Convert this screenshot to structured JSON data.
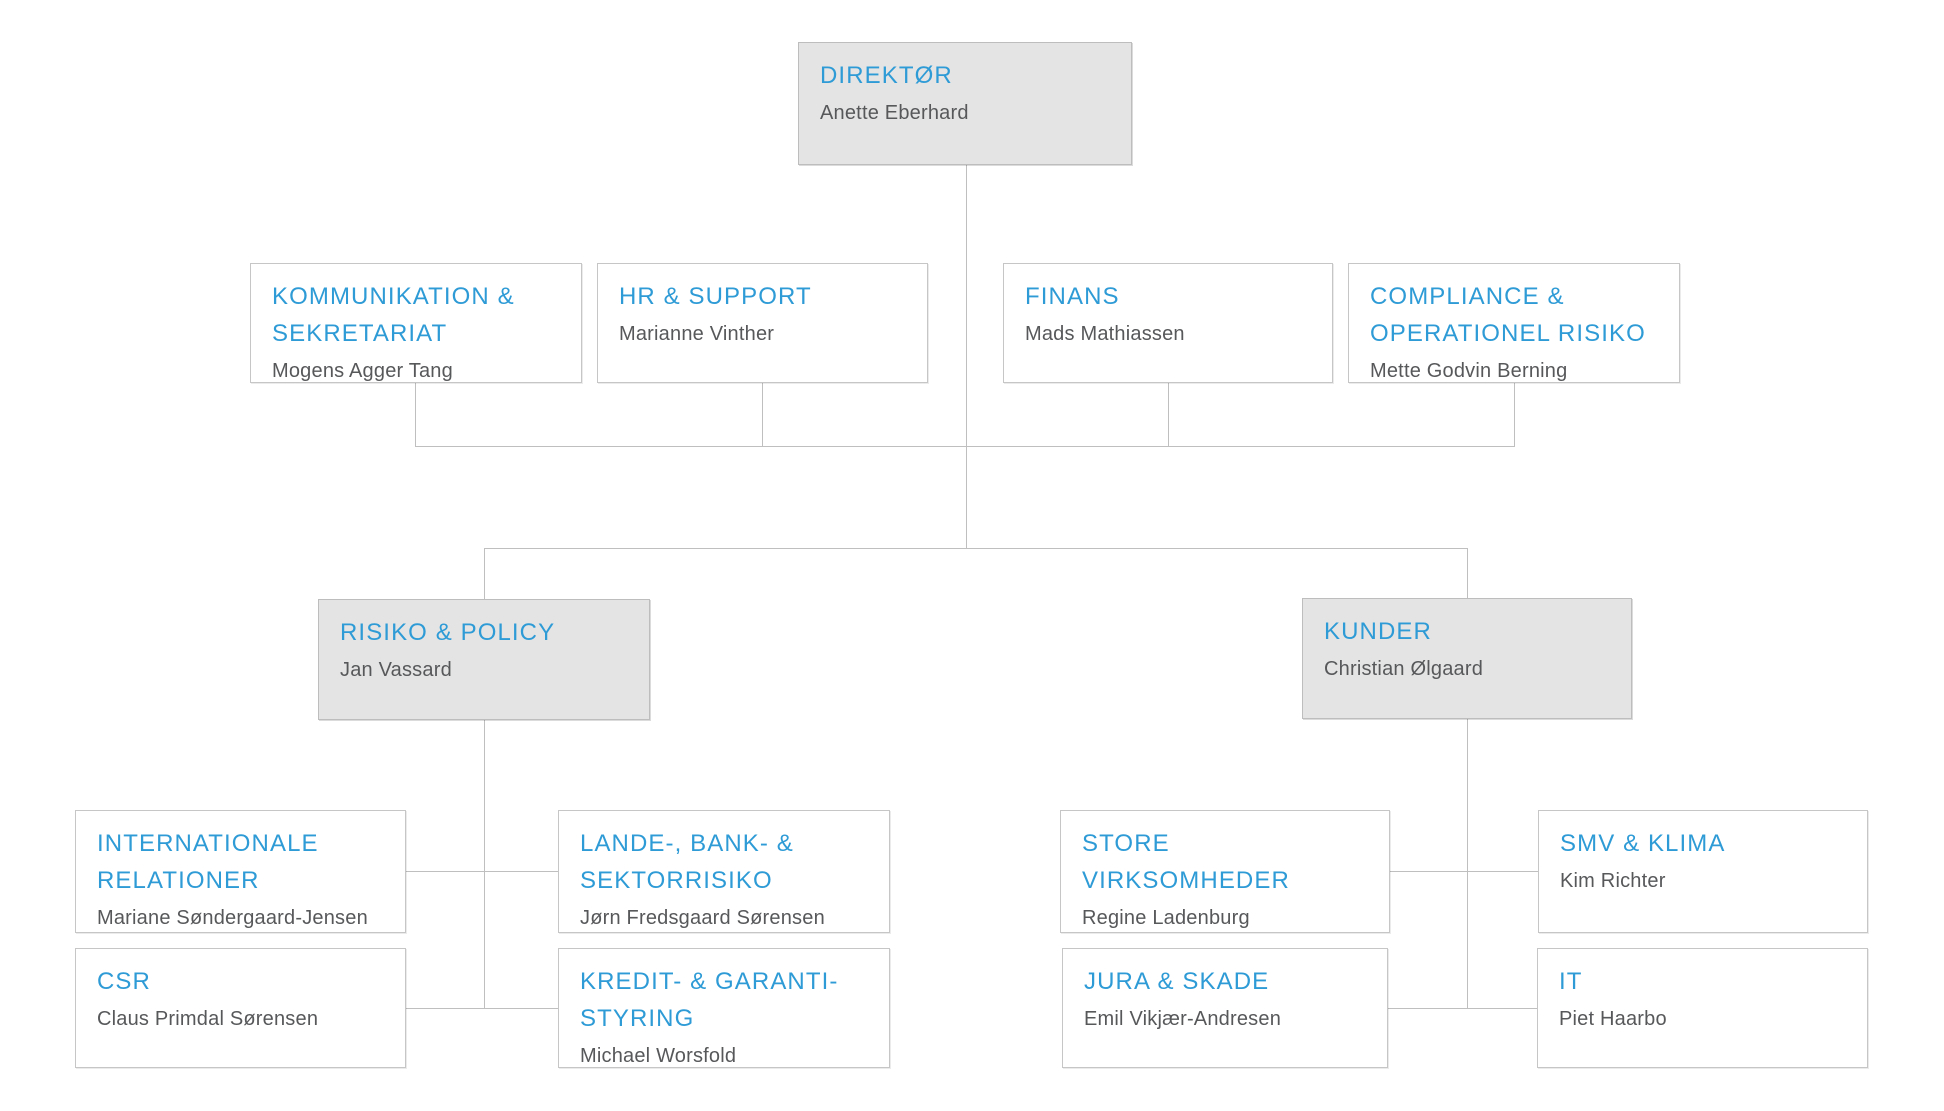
{
  "colors": {
    "title_blue": "#2E9BD6",
    "person_gray": "#57585A",
    "box_border": "#C6C6C6",
    "filled_box_background": "#E4E4E4",
    "filled_box_border": "#BDBDBD",
    "connector_line": "#BFBFBF",
    "page_background": "#FFFFFF"
  },
  "nodes": {
    "direktor": {
      "title": "DIREKTØR",
      "name": "Anette Eberhard",
      "reports_to": null
    },
    "kommunikation": {
      "title": "KOMMUNIKATION &\nSEKRETARIAT",
      "name": "Mogens Agger Tang",
      "reports_to": "direktor"
    },
    "hr": {
      "title": "HR & SUPPORT",
      "name": "Marianne Vinther",
      "reports_to": "direktor"
    },
    "finans": {
      "title": "FINANS",
      "name": "Mads Mathiassen",
      "reports_to": "direktor"
    },
    "compliance": {
      "title": "COMPLIANCE &\nOPERATIONEL RISIKO",
      "name": "Mette Godvin Berning",
      "reports_to": "direktor"
    },
    "risiko": {
      "title": "RISIKO & POLICY",
      "name": "Jan Vassard",
      "reports_to": "direktor"
    },
    "kunder": {
      "title": "KUNDER",
      "name": "Christian Ølgaard",
      "reports_to": "direktor"
    },
    "internationale": {
      "title": "INTERNATIONALE\nRELATIONER",
      "name": "Mariane Søndergaard-Jensen",
      "reports_to": "risiko"
    },
    "lande": {
      "title": "LANDE-, BANK- &\nSEKTORRISIKO",
      "name": "Jørn Fredsgaard Sørensen",
      "reports_to": "risiko"
    },
    "csr": {
      "title": "CSR",
      "name": "Claus Primdal Sørensen",
      "reports_to": "risiko"
    },
    "kredit": {
      "title": "KREDIT- & GARANTI-\nSTYRING",
      "name": "Michael Worsfold",
      "reports_to": "risiko"
    },
    "store": {
      "title": "STORE\nVIRKSOMHEDER",
      "name": "Regine Ladenburg",
      "reports_to": "kunder"
    },
    "smv": {
      "title": "SMV & KLIMA",
      "name": "Kim Richter",
      "reports_to": "kunder"
    },
    "jura": {
      "title": "JURA & SKADE",
      "name": "Emil Vikjær-Andresen",
      "reports_to": "kunder"
    },
    "it": {
      "title": "IT",
      "name": "Piet Haarbo",
      "reports_to": "kunder"
    }
  }
}
